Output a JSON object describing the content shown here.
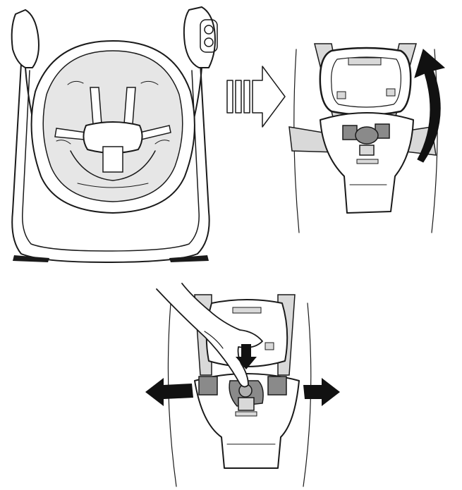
{
  "figure": {
    "panels": [
      {
        "id": "swing-seat-overview"
      },
      {
        "id": "tray-lift-step"
      },
      {
        "id": "buckle-release-step"
      }
    ],
    "colors": {
      "ink": "#1a1a1a",
      "fabric": "#d9d9d9",
      "buckle": "#8a8a8a",
      "arrow": "#111111",
      "paper": "#ffffff"
    },
    "icons": [
      "step-arrow-icon",
      "lift-arrow-icon",
      "press-arrow-icon",
      "pull-left-arrow-icon",
      "pull-right-arrow-icon"
    ]
  }
}
